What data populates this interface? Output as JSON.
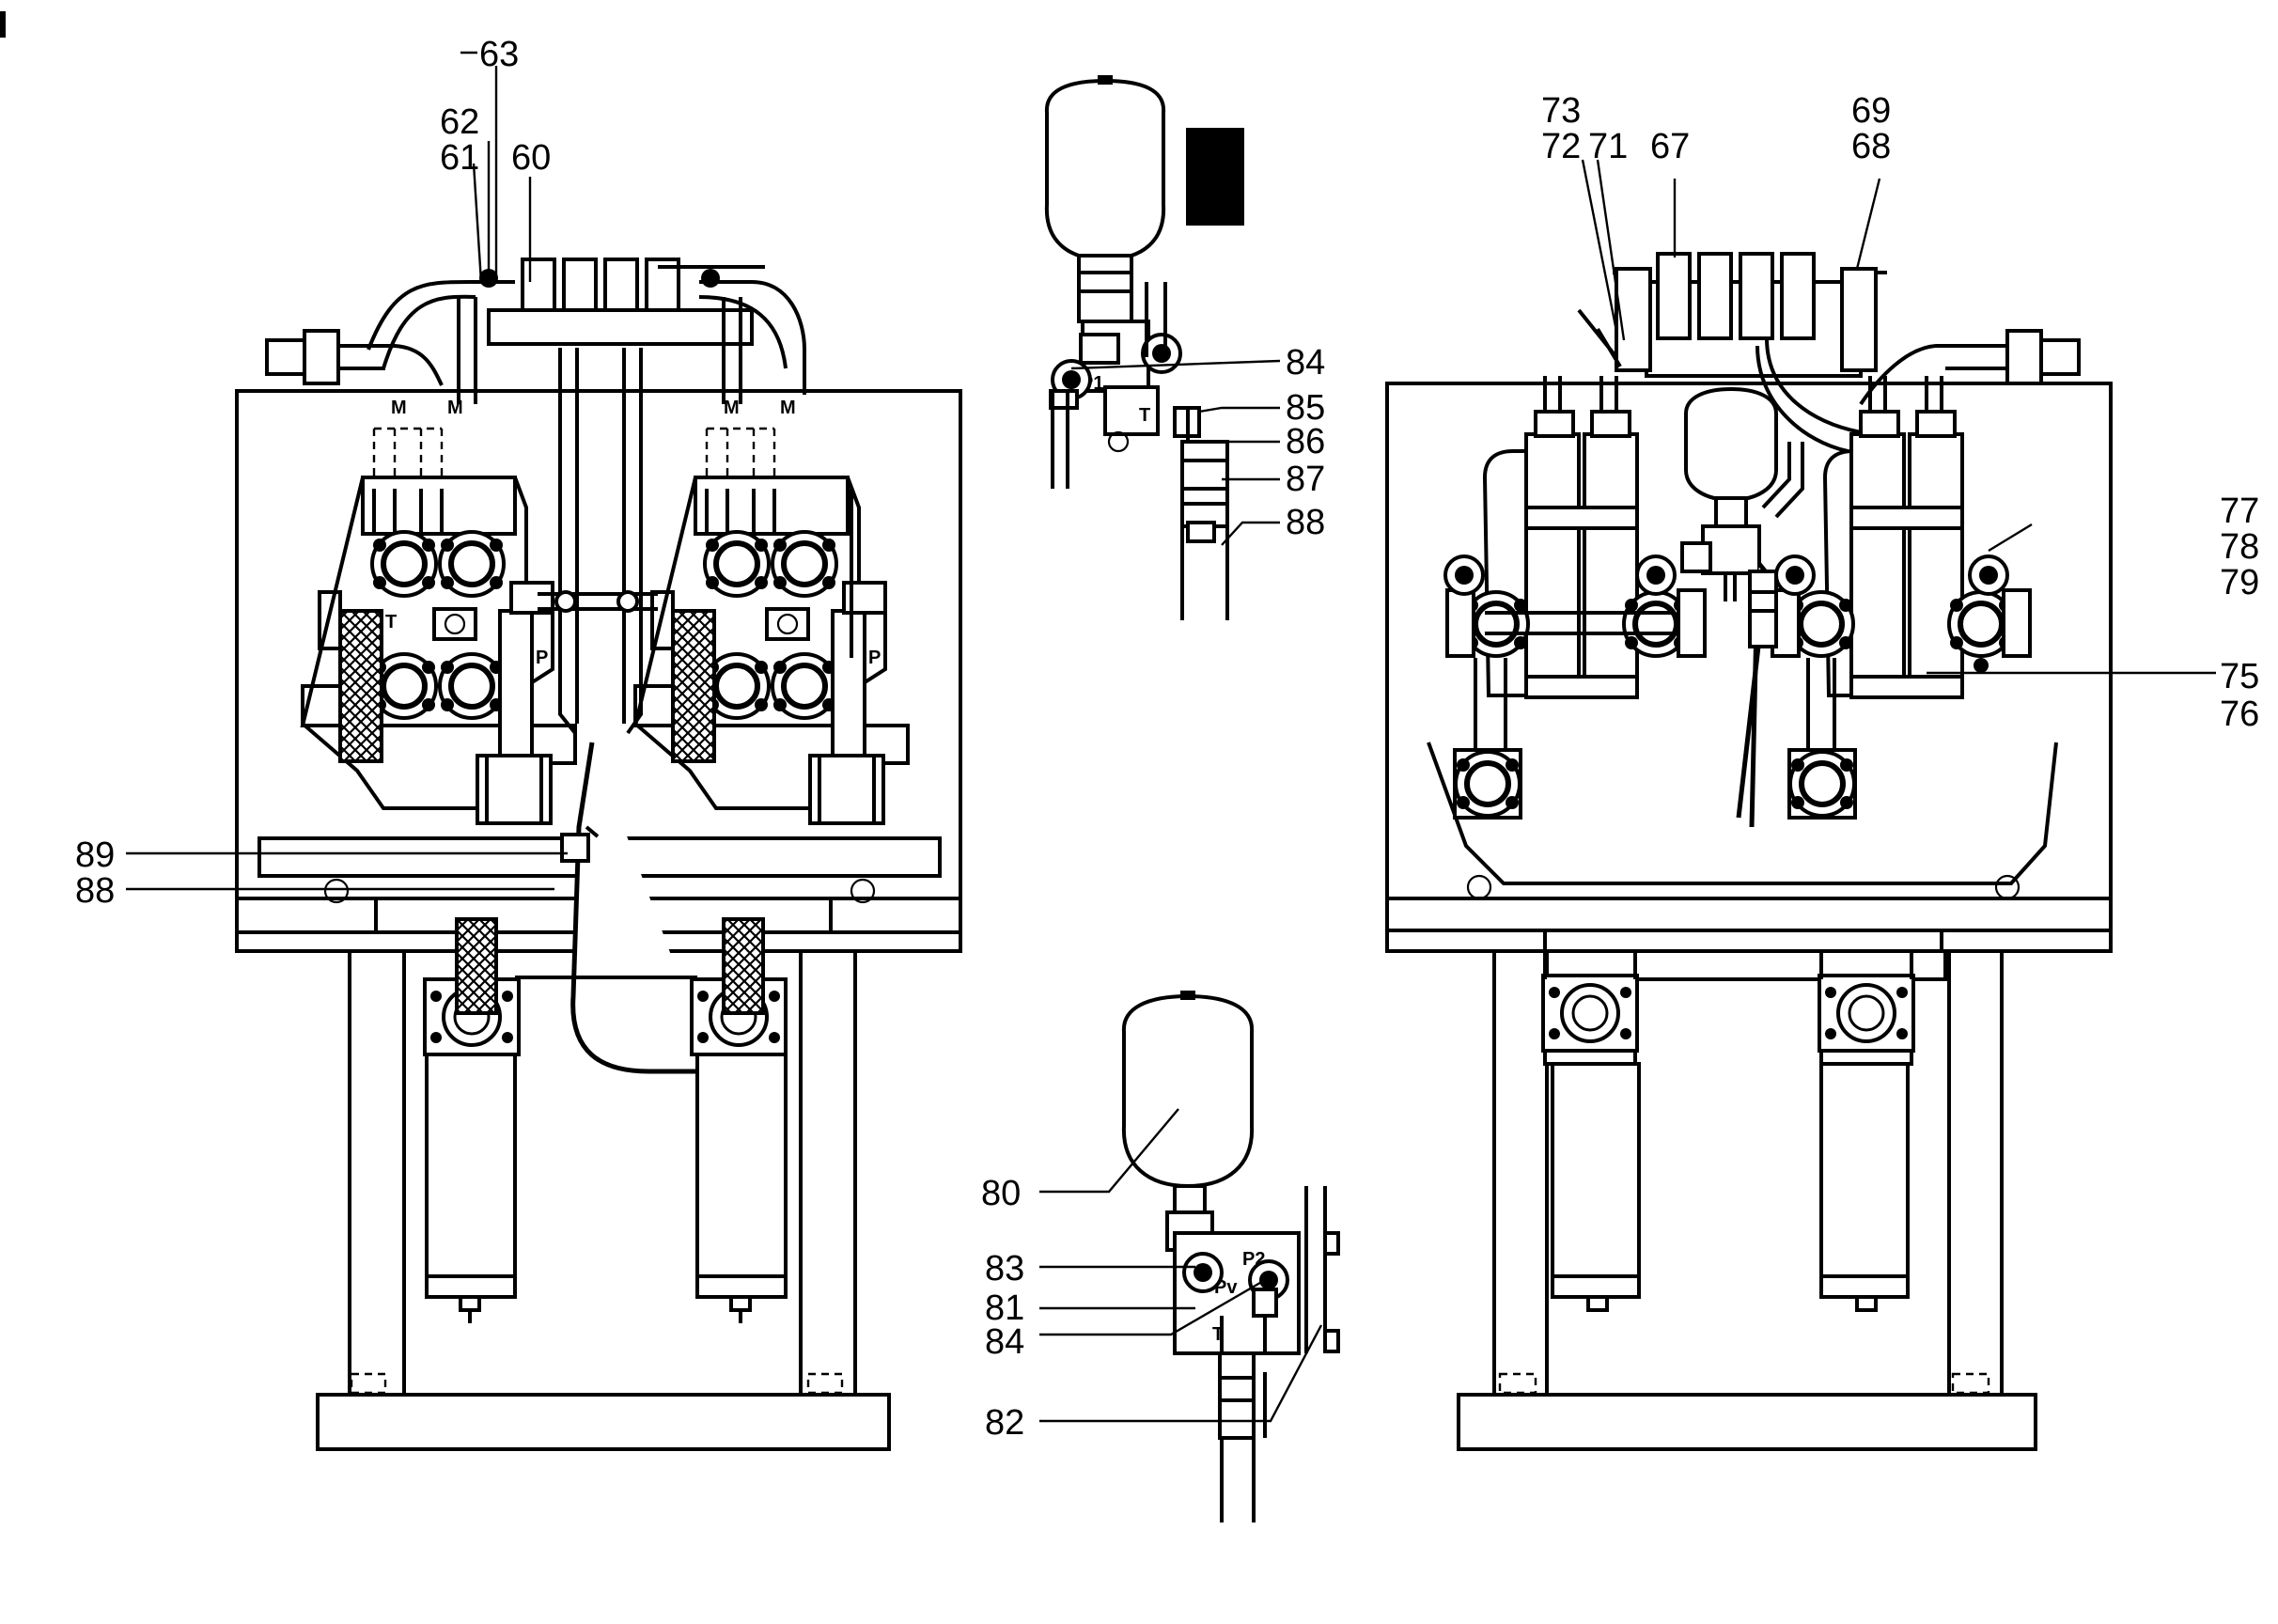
{
  "callouts": {
    "c63": "63",
    "c62": "62",
    "c61": "61",
    "c60": "60",
    "c89": "89",
    "c88_left": "88",
    "c84_top": "84",
    "c85": "85",
    "c86": "86",
    "c87": "87",
    "c88_mid": "88",
    "c80": "80",
    "c83": "83",
    "c81": "81",
    "c84_bottom": "84",
    "c82": "82",
    "c73": "73",
    "c72": "72",
    "c71": "71",
    "c67": "67",
    "c69": "69",
    "c68": "68",
    "c77": "77",
    "c78": "78",
    "c79": "79",
    "c75": "75",
    "c76": "76"
  },
  "port_labels": {
    "p1": "P1",
    "t_top": "T",
    "p2": "P2",
    "pv": "Pv",
    "t_bottom": "T",
    "t_left": "T",
    "p_left": "P",
    "p_mid": "P"
  }
}
